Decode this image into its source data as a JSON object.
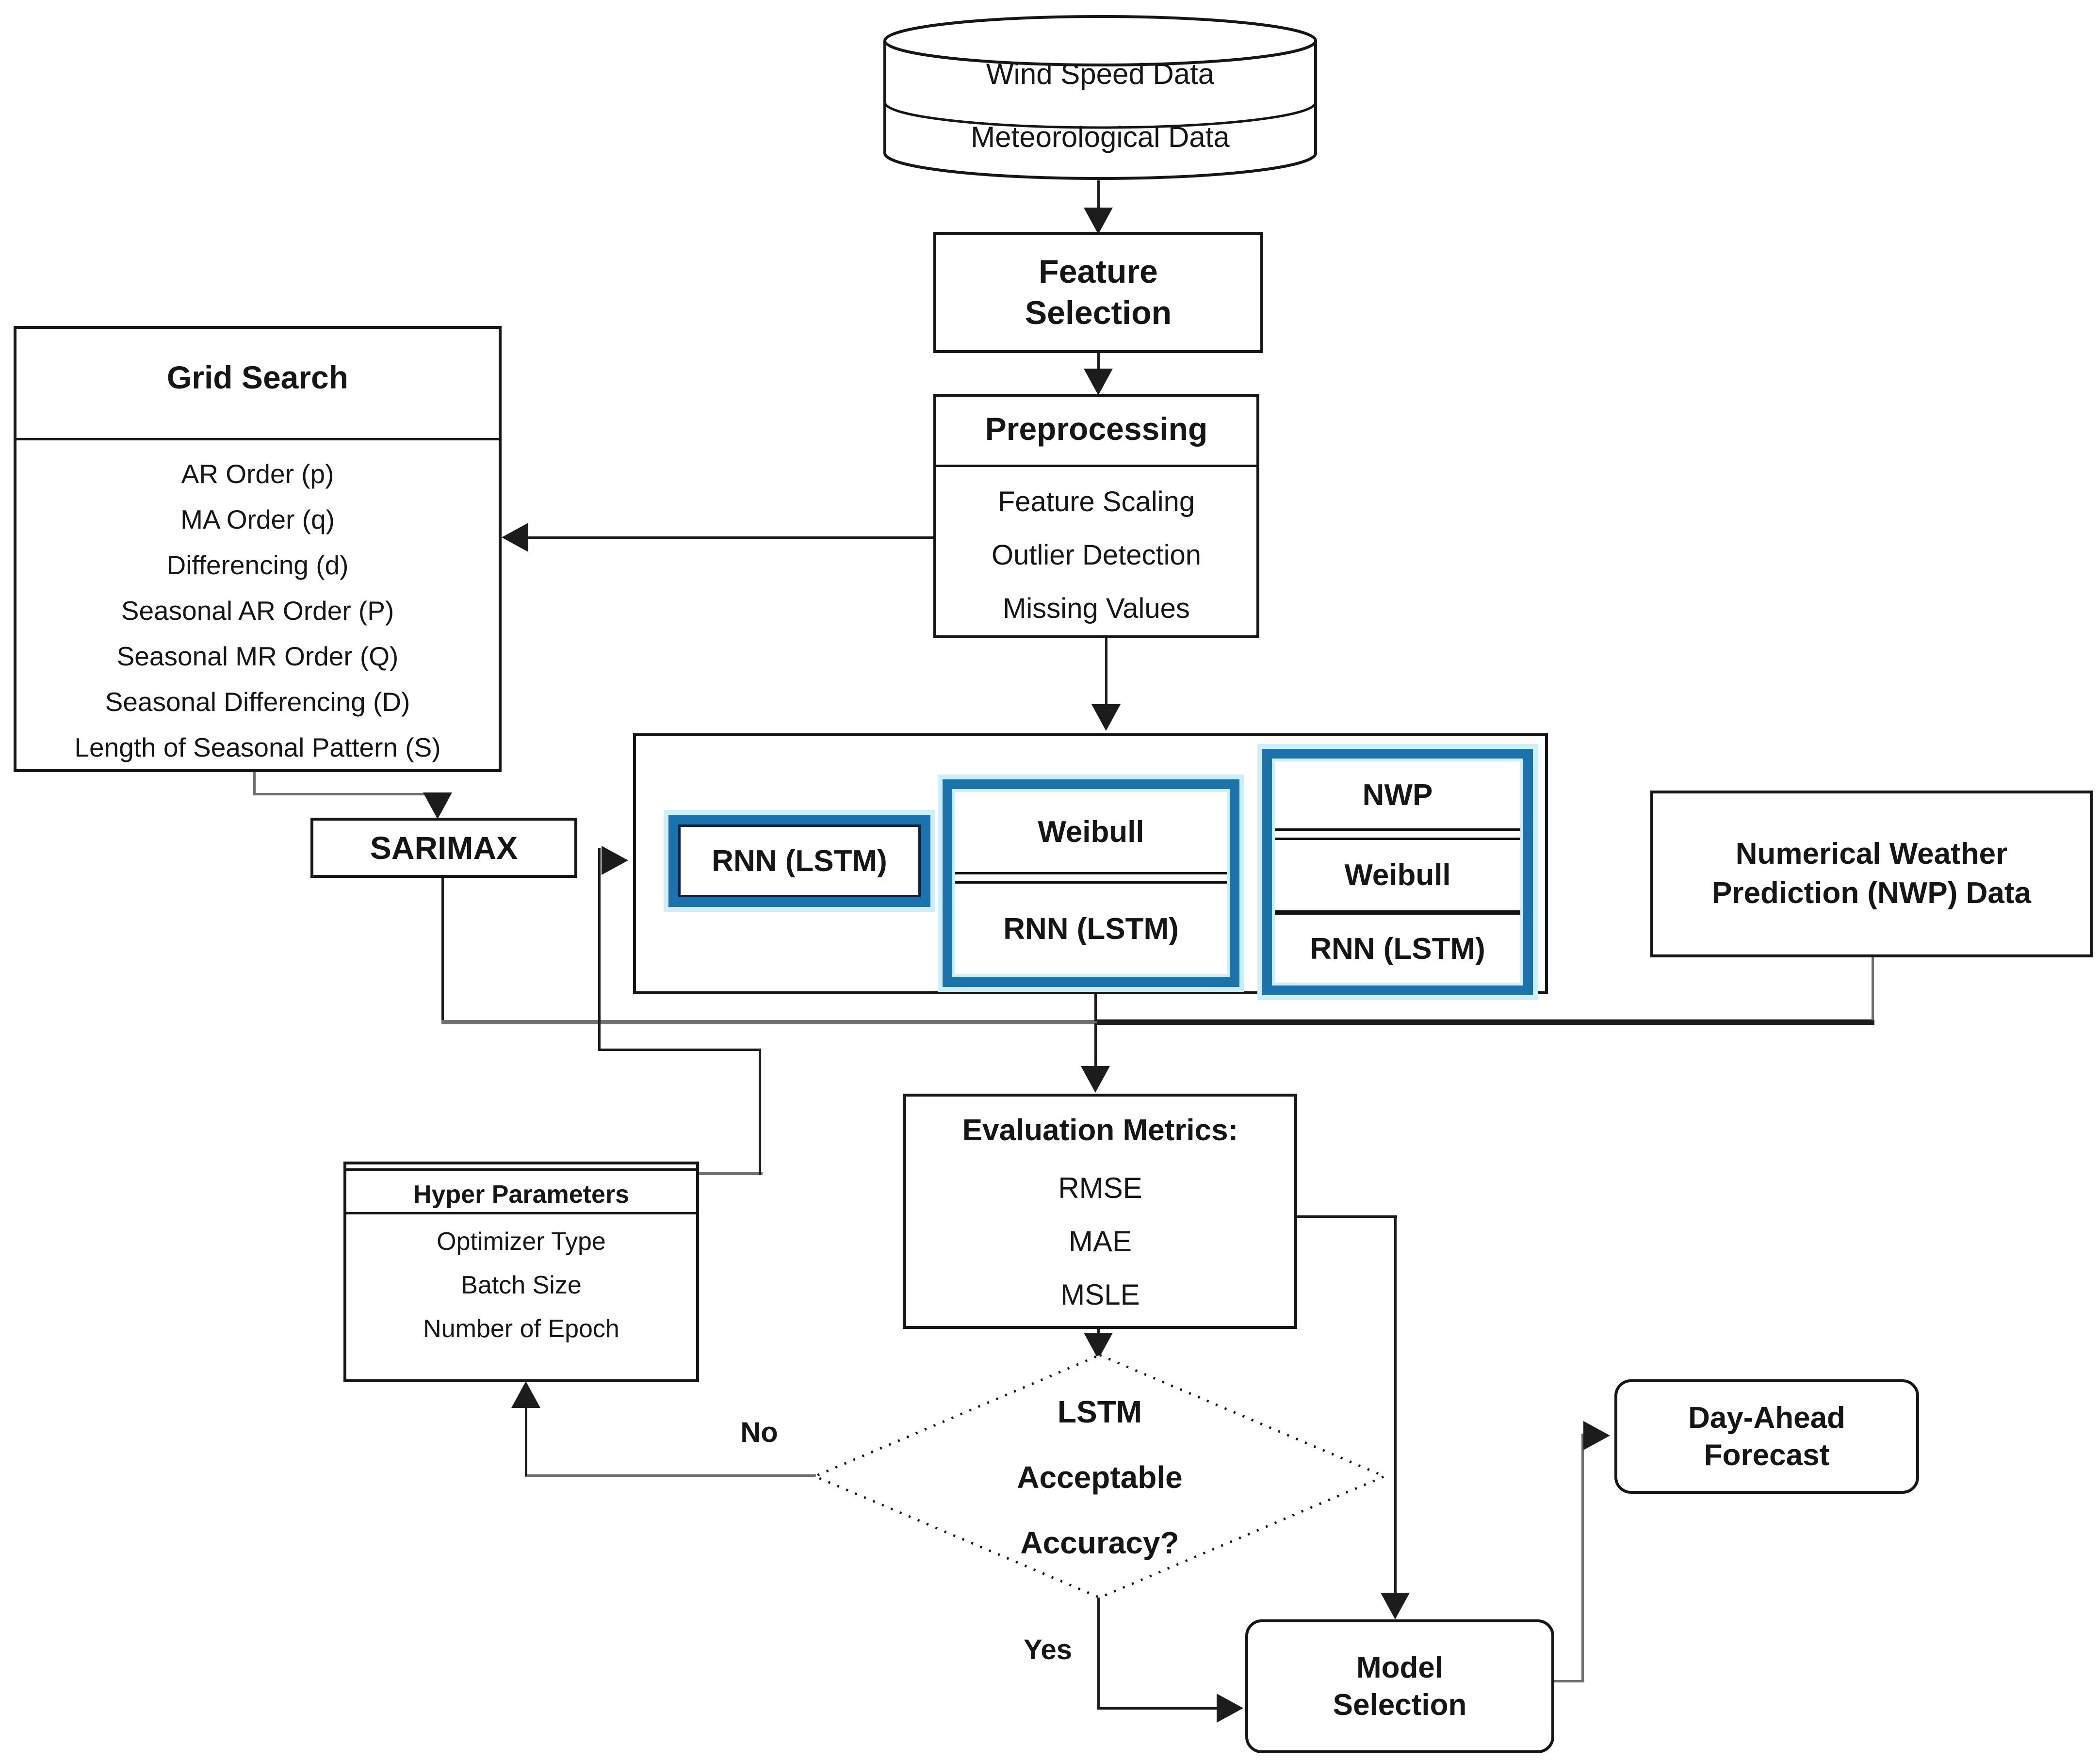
{
  "diagram": {
    "datastore": {
      "row1": "Wind Speed Data",
      "row2": "Meteorological Data"
    },
    "feature_selection": "Feature Selection",
    "preprocessing": {
      "title": "Preprocessing",
      "items": [
        "Feature Scaling",
        "Outlier Detection",
        "Missing Values"
      ]
    },
    "grid_search": {
      "title": "Grid Search",
      "items": [
        "AR Order (p)",
        "MA Order (q)",
        "Differencing (d)",
        "Seasonal AR Order (P)",
        "Seasonal MR Order (Q)",
        "Seasonal Differencing (D)",
        "Length of Seasonal Pattern (S)"
      ]
    },
    "sarimax": "SARIMAX",
    "model_group": {
      "rnn": "RNN (LSTM)",
      "weibull_rnn": {
        "top": "Weibull",
        "bottom": "RNN (LSTM)"
      },
      "nwp_weibull_rnn": {
        "top": "NWP",
        "middle": "Weibull",
        "bottom": "RNN (LSTM)"
      }
    },
    "nwp_data": "Numerical Weather Prediction (NWP) Data",
    "evaluation": {
      "title": "Evaluation Metrics:",
      "items": [
        "RMSE",
        "MAE",
        "MSLE"
      ]
    },
    "hyper_parameters": {
      "title": "Hyper Parameters",
      "items": [
        "Optimizer Type",
        "Batch Size",
        "Number of Epoch"
      ]
    },
    "decision": {
      "line1": "LSTM",
      "line2": "Acceptable",
      "line3": "Accuracy?"
    },
    "no_label": "No",
    "yes_label": "Yes",
    "model_selection": "Model Selection",
    "day_ahead": "Day-Ahead Forecast"
  },
  "colors": {
    "box_border": "#161616",
    "blue_border": "#1a73ad",
    "cyan_glow": "#cdeffb",
    "navy_inner": "#0e2340",
    "line_black": "#1c1c1c",
    "line_gray": "#6f6f6f"
  }
}
